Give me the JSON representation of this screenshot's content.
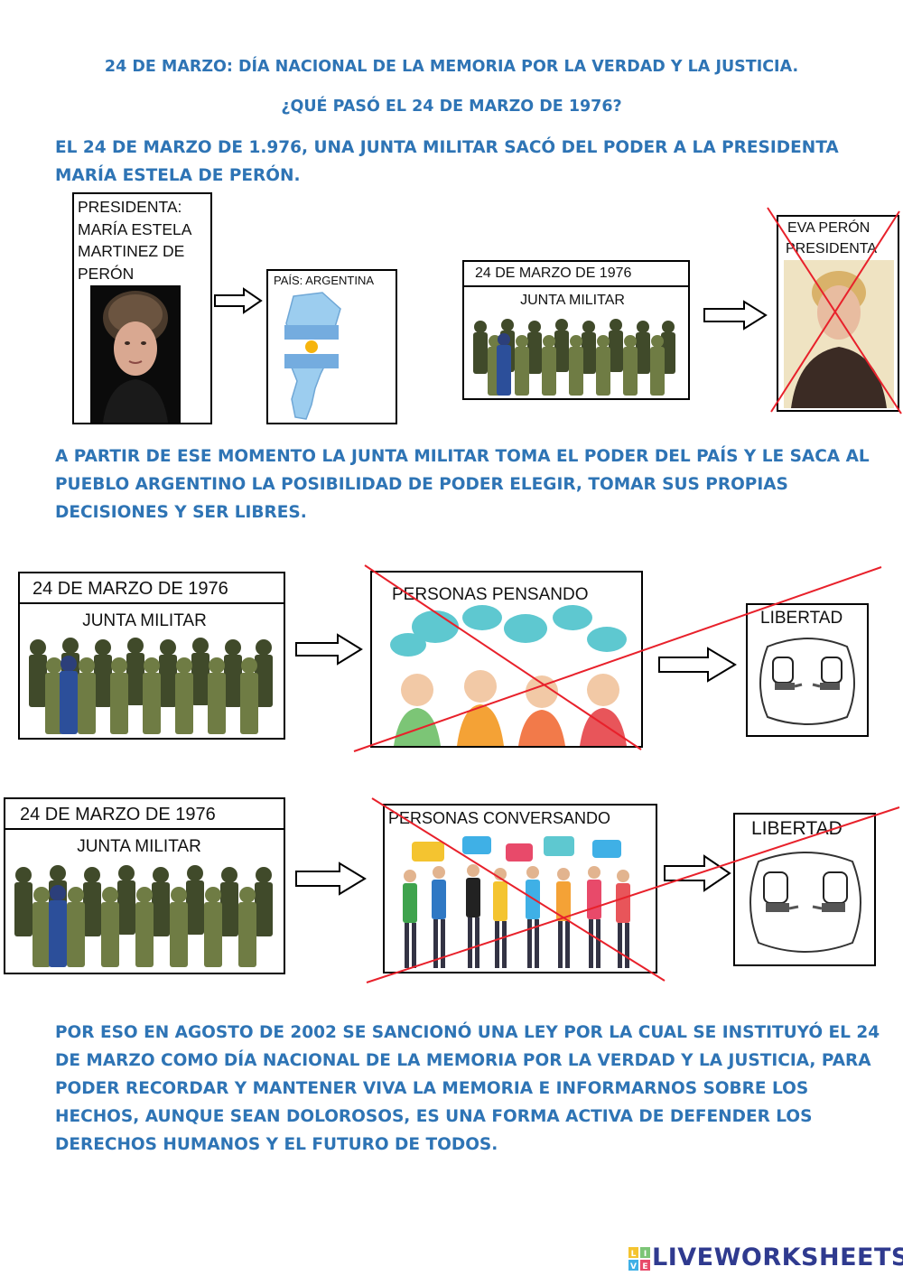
{
  "header": {
    "title": "24 DE MARZO: DÍA NACIONAL DE LA MEMORIA POR LA VERDAD Y LA JUSTICIA.",
    "question": "¿QUÉ PASÓ EL 24 DE MARZO DE 1976?"
  },
  "intro": {
    "line1": "EL 24 DE MARZO DE 1.976, UNA JUNTA MILITAR SACÓ DEL PODER A LA PRESIDENTA",
    "line2": "MARÍA ESTELA DE PERÓN."
  },
  "row1": {
    "president_label": [
      "PRESIDENTA:",
      "MARÍA ESTELA",
      "MARTINEZ DE",
      "PERÓN"
    ],
    "country_label": "PAÍS: ARGENTINA",
    "date_label": "24 DE MARZO DE 1976",
    "junta_label": "JUNTA MILITAR",
    "eva_label_1": "EVA PERÓN",
    "eva_label_2": "PRESIDENTA"
  },
  "middle": {
    "line1": "A PARTIR DE ESE MOMENTO LA JUNTA MILITAR TOMA EL PODER DEL PAÍS Y LE SACA AL",
    "line2": "PUEBLO ARGENTINO LA POSIBILIDAD DE PODER ELEGIR, TOMAR SUS PROPIAS",
    "line3": "DECISIONES Y SER LIBRES."
  },
  "row2": {
    "date_label": "24 DE MARZO DE 1976",
    "junta_label": "JUNTA MILITAR",
    "thinking_label": "PERSONAS PENSANDO",
    "freedom_label": "LIBERTAD"
  },
  "row3": {
    "date_label": "24 DE MARZO DE 1976",
    "junta_label": "JUNTA MILITAR",
    "talking_label": "PERSONAS CONVERSANDO",
    "freedom_label": "LIBERTAD"
  },
  "closing": {
    "line1": "POR ESO EN AGOSTO DE 2002 SE SANCIONÓ UNA LEY POR LA CUAL SE INSTITUYÓ EL 24",
    "line2": "DE MARZO COMO DÍA NACIONAL DE LA MEMORIA POR LA VERDAD Y LA JUSTICIA, PARA",
    "line3": "PODER RECORDAR Y MANTENER VIVA  LA MEMORIA E INFORMARNOS SOBRE LOS",
    "line4": "HECHOS, AUNQUE SEAN DOLOROSOS, ES UNA FORMA ACTIVA DE DEFENDER LOS",
    "line5": "DERECHOS HUMANOS Y EL FUTURO DE TODOS."
  },
  "footer": {
    "brand": "LIVEWORKSHEETS",
    "logo_letters": [
      "L",
      "I",
      "V",
      "E"
    ]
  },
  "colors": {
    "text_blue": "#2e74b5",
    "cross_red": "#e8212b",
    "soldier_green": "#5e6b3a",
    "brand_navy": "#2f3a8f"
  }
}
